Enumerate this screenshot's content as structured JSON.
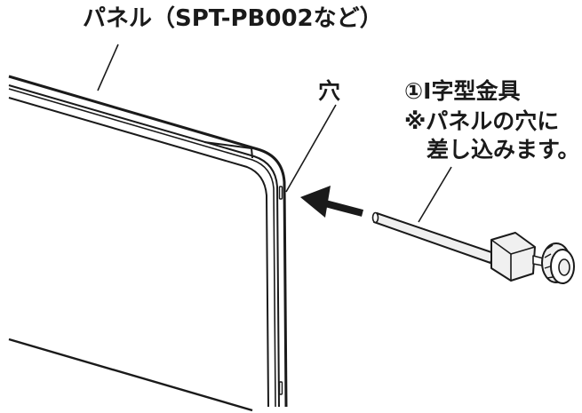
{
  "labels": {
    "panel": "パネル（SPT-PB002など）",
    "hole": "穴",
    "part_name": "①I字型金具",
    "note_line1": "※パネルの穴に",
    "note_line2": "差し込みます。"
  },
  "colors": {
    "line": "#1a1a1a",
    "part_fill": "#f0f0f0",
    "background": "#ffffff"
  }
}
